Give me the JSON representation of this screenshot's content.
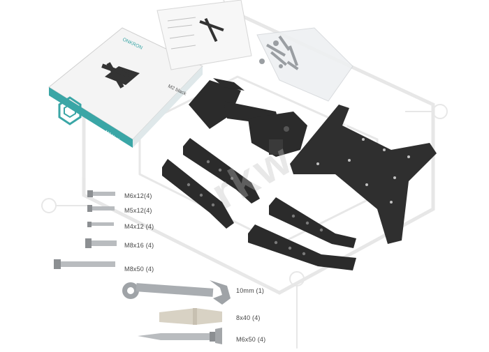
{
  "colors": {
    "bracket": "#2b2b2b",
    "bracket_light": "#4a4a4a",
    "box_teal": "#3aa6a6",
    "box_white": "#f4f4f4",
    "metal": "#b9bcbf",
    "metal_dark": "#8c8f92",
    "anchor": "#d8d2c4",
    "watermark": "#d9d9d9"
  },
  "box": {
    "brand": "ONKRON",
    "model": "M2 black",
    "icon": "onkron-logo-icon"
  },
  "manual": {
    "icon": "instruction-sheet-icon"
  },
  "parts": [
    {
      "label": "M6x12(4)"
    },
    {
      "label": "M5x12(4)"
    },
    {
      "label": "M4x12 (4)"
    },
    {
      "label": "M8x16 (4)"
    },
    {
      "label": "M8x50 (4)"
    },
    {
      "label": "10mm (1)"
    },
    {
      "label": "8x40 (4)"
    },
    {
      "label": "M6x50 (4)"
    }
  ],
  "watermark": {
    "text": "rkw",
    "icon": "watermark-logo-icon"
  }
}
